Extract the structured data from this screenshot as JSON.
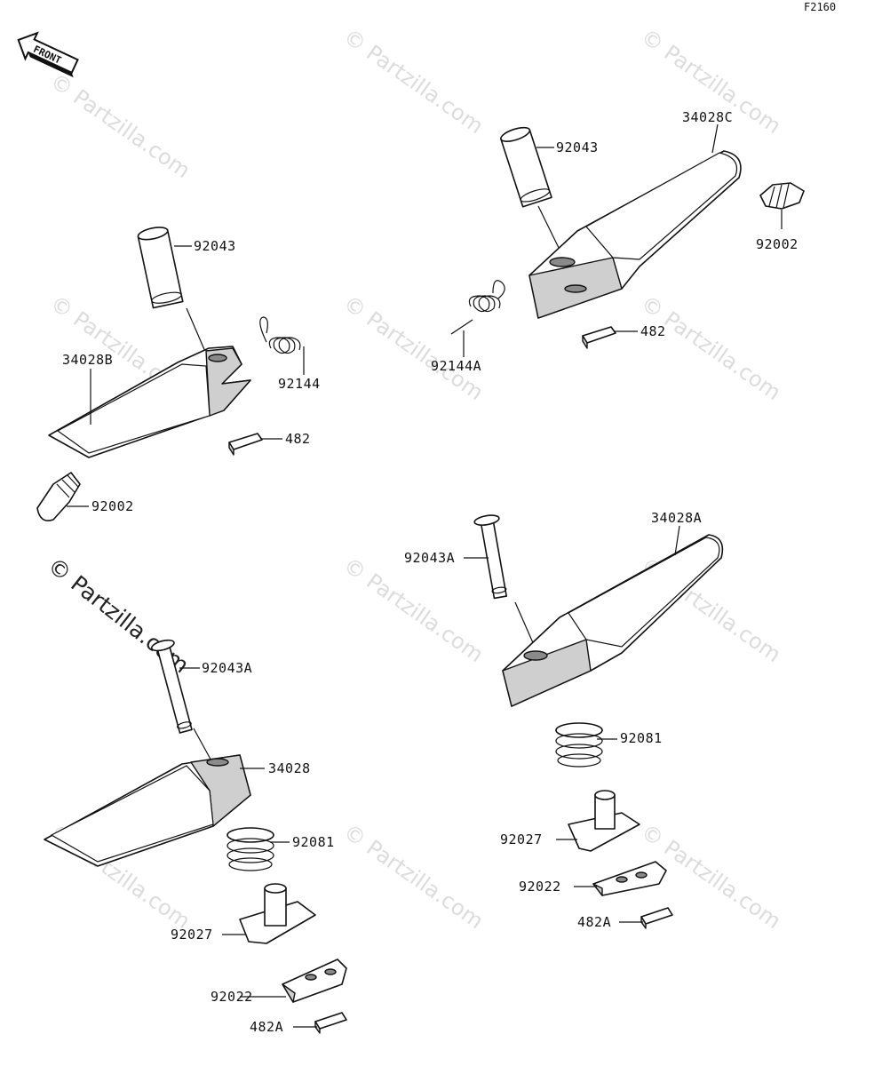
{
  "figure_id": "F2160",
  "front_label": "FRONT",
  "watermark": "© Partzilla.com",
  "parts": {
    "p1": "92043",
    "p2": "34028C",
    "p3": "92002",
    "p4": "92144A",
    "p5": "482",
    "p6": "92043",
    "p7": "92144",
    "p8": "34028B",
    "p9": "482",
    "p10": "92002",
    "p11": "92043A",
    "p12": "34028A",
    "p13": "92081",
    "p14": "92027",
    "p15": "92022",
    "p16": "482A",
    "p17": "92043A",
    "p18": "34028",
    "p19": "92081",
    "p20": "92027",
    "p21": "92022",
    "p22": "482A"
  }
}
